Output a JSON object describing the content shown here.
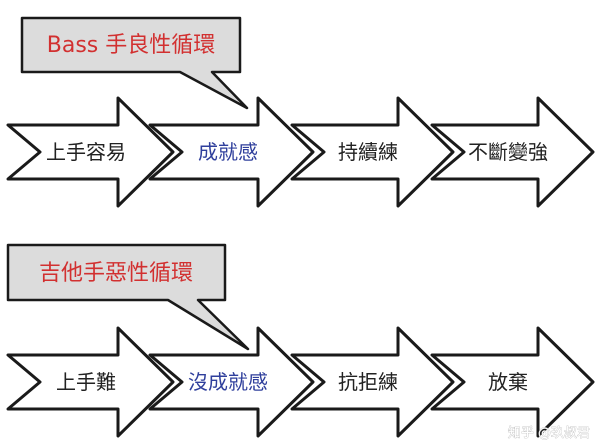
{
  "flow_bass": {
    "bubble": "Bass 手良性循環",
    "steps": [
      "上手容易",
      "成就感",
      "持續練",
      "不斷變強"
    ]
  },
  "flow_guitar": {
    "bubble": "吉他手惡性循環",
    "steps": [
      "上手難",
      "沒成就感",
      "抗拒練",
      "放棄"
    ]
  },
  "watermark": "知乎 @玖叔君",
  "colors": {
    "bubble_fill": "#dcdcdc",
    "bubble_text": "#d23030",
    "highlight_text": "#2f3f9c",
    "outline": "#1a1a1a"
  }
}
